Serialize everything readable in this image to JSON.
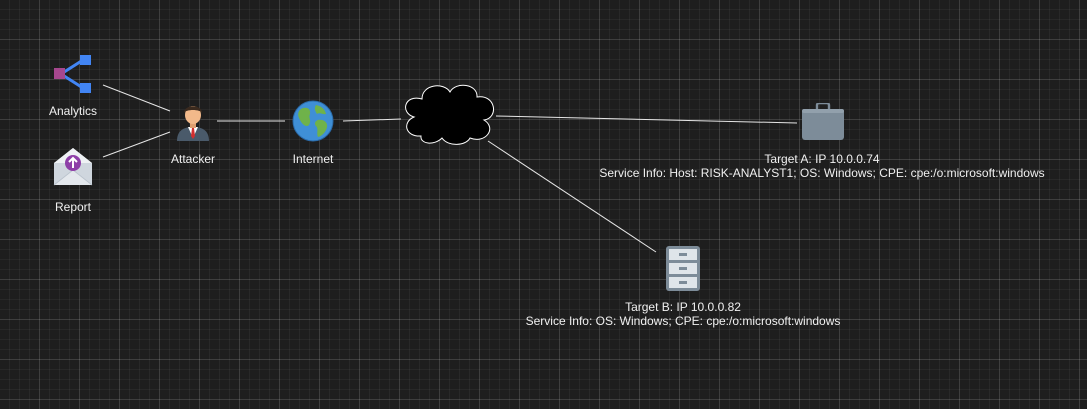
{
  "nodes": {
    "analytics": {
      "label": "Analytics",
      "icon": "analytics-icon"
    },
    "report": {
      "label": "Report",
      "icon": "envelope-upload-icon"
    },
    "attacker": {
      "label": "Attacker",
      "icon": "person-icon"
    },
    "internet": {
      "label": "Internet",
      "icon": "globe-icon"
    },
    "cloud": {
      "label": "",
      "icon": "cloud-icon"
    },
    "target_a": {
      "title": "Target A: IP 10.0.0.74",
      "service_info": "Service Info: Host: RISK-ANALYST1; OS: Windows; CPE: cpe:/o:microsoft:windows",
      "icon": "briefcase-icon"
    },
    "target_b": {
      "title": "Target B: IP 10.0.0.82",
      "service_info": "Service Info: OS: Windows; CPE: cpe:/o:microsoft:windows",
      "icon": "file-cabinet-icon"
    }
  },
  "edges": [
    {
      "from": "analytics",
      "to": "attacker"
    },
    {
      "from": "report",
      "to": "attacker"
    },
    {
      "from": "attacker",
      "to": "internet"
    },
    {
      "from": "internet",
      "to": "cloud"
    },
    {
      "from": "cloud",
      "to": "target_a"
    },
    {
      "from": "cloud",
      "to": "target_b"
    }
  ],
  "colors": {
    "background": "#1e1e1e",
    "edge": "#e6e6e6",
    "label": "#f0f0f0",
    "analytics_blue": "#4285f4",
    "analytics_purple": "#a6478e",
    "report_purple": "#8e3fa8",
    "target_gray": "#7d8c99"
  }
}
